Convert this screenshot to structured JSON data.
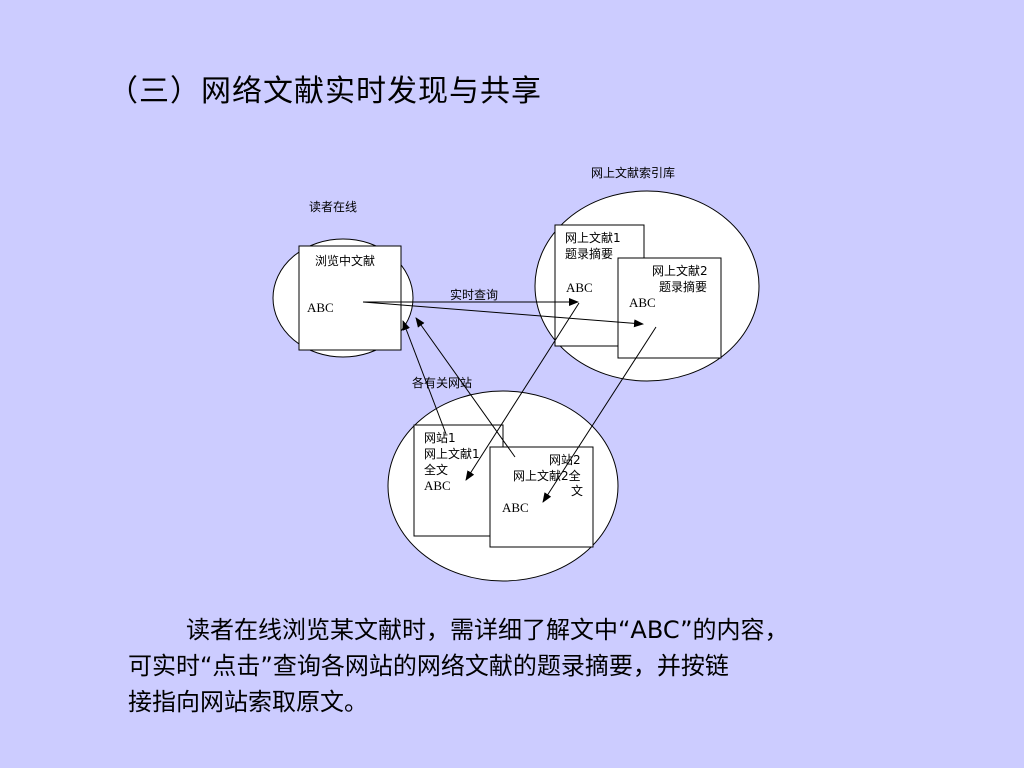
{
  "title": "（三）网络文献实时发现与共享",
  "diagram": {
    "reader": {
      "label": "读者在线",
      "box_title": "浏览中文献",
      "abc": "ABC"
    },
    "index": {
      "label": "网上文献索引库",
      "doc1_line1": "网上文献1",
      "doc1_line2": "题录摘要",
      "doc1_abc": "ABC",
      "doc2_line1": "网上文献2",
      "doc2_line2": "题录摘要",
      "doc2_abc": "ABC"
    },
    "query_label": "实时查询",
    "sites": {
      "label": "各有关网站",
      "site1_line1": "网站1",
      "site1_line2": "网上文献1",
      "site1_line3": "全文",
      "site1_abc": "ABC",
      "site2_line1": "网站2",
      "site2_line2": "网上文献2全",
      "site2_line3": "文",
      "site2_abc": "ABC"
    }
  },
  "caption": {
    "line1": "读者在线浏览某文献时，需详细了解文中“ABC”的内容，",
    "line2": "可实时“点击”查询各网站的网络文献的题录摘要，并按链",
    "line3": "接指向网站索取原文。"
  }
}
